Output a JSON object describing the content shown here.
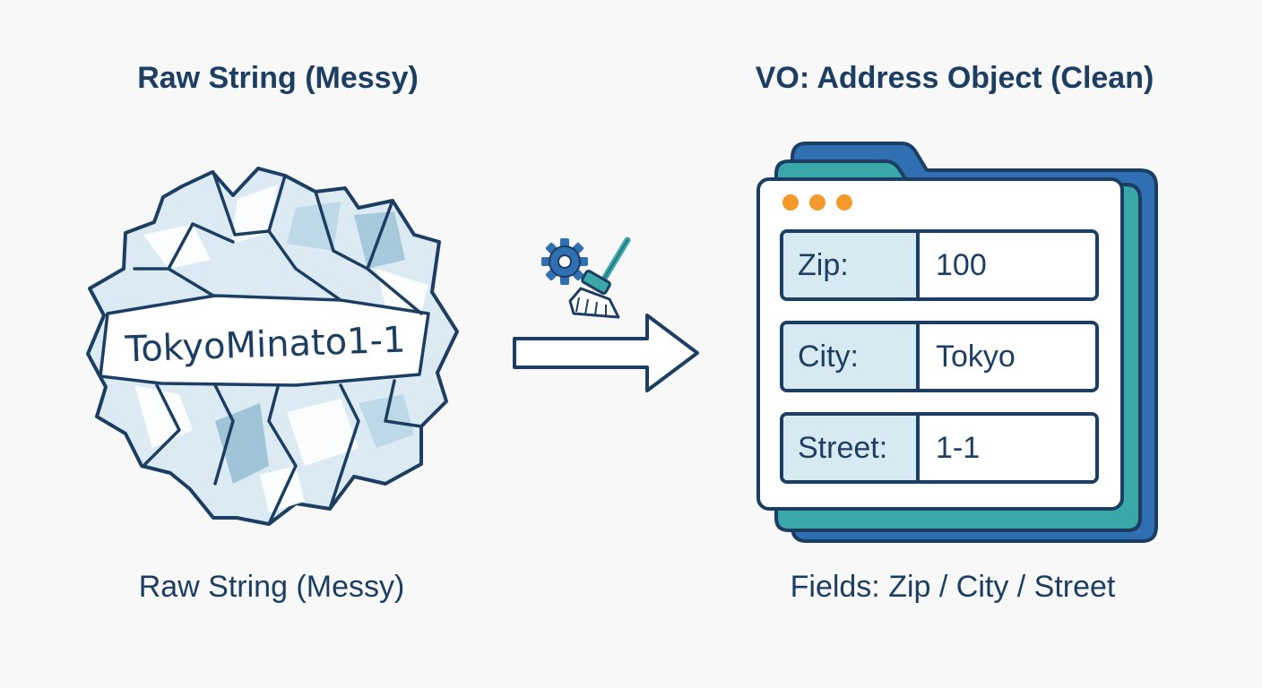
{
  "left": {
    "title": "Raw String (Messy)",
    "raw_string": "TokyoMinato1-1",
    "caption": "Raw String (Messy)"
  },
  "right": {
    "title": "VO: Address Object (Clean)",
    "caption": "Fields: Zip / City / Street",
    "fields": [
      {
        "label": "Zip:",
        "value": "100"
      },
      {
        "label": "City:",
        "value": "Tokyo"
      },
      {
        "label": "Street:",
        "value": "1-1"
      }
    ]
  },
  "transform": {
    "icons": [
      "gear-icon",
      "broom-icon"
    ],
    "arrow": "right-arrow-icon"
  },
  "colors": {
    "navy": "#1d3e63",
    "light_blue": "#d7e9f1",
    "teal": "#3aa7a8",
    "blue": "#2f6fb2",
    "orange": "#f39a2b",
    "background": "#f7f8f7"
  }
}
